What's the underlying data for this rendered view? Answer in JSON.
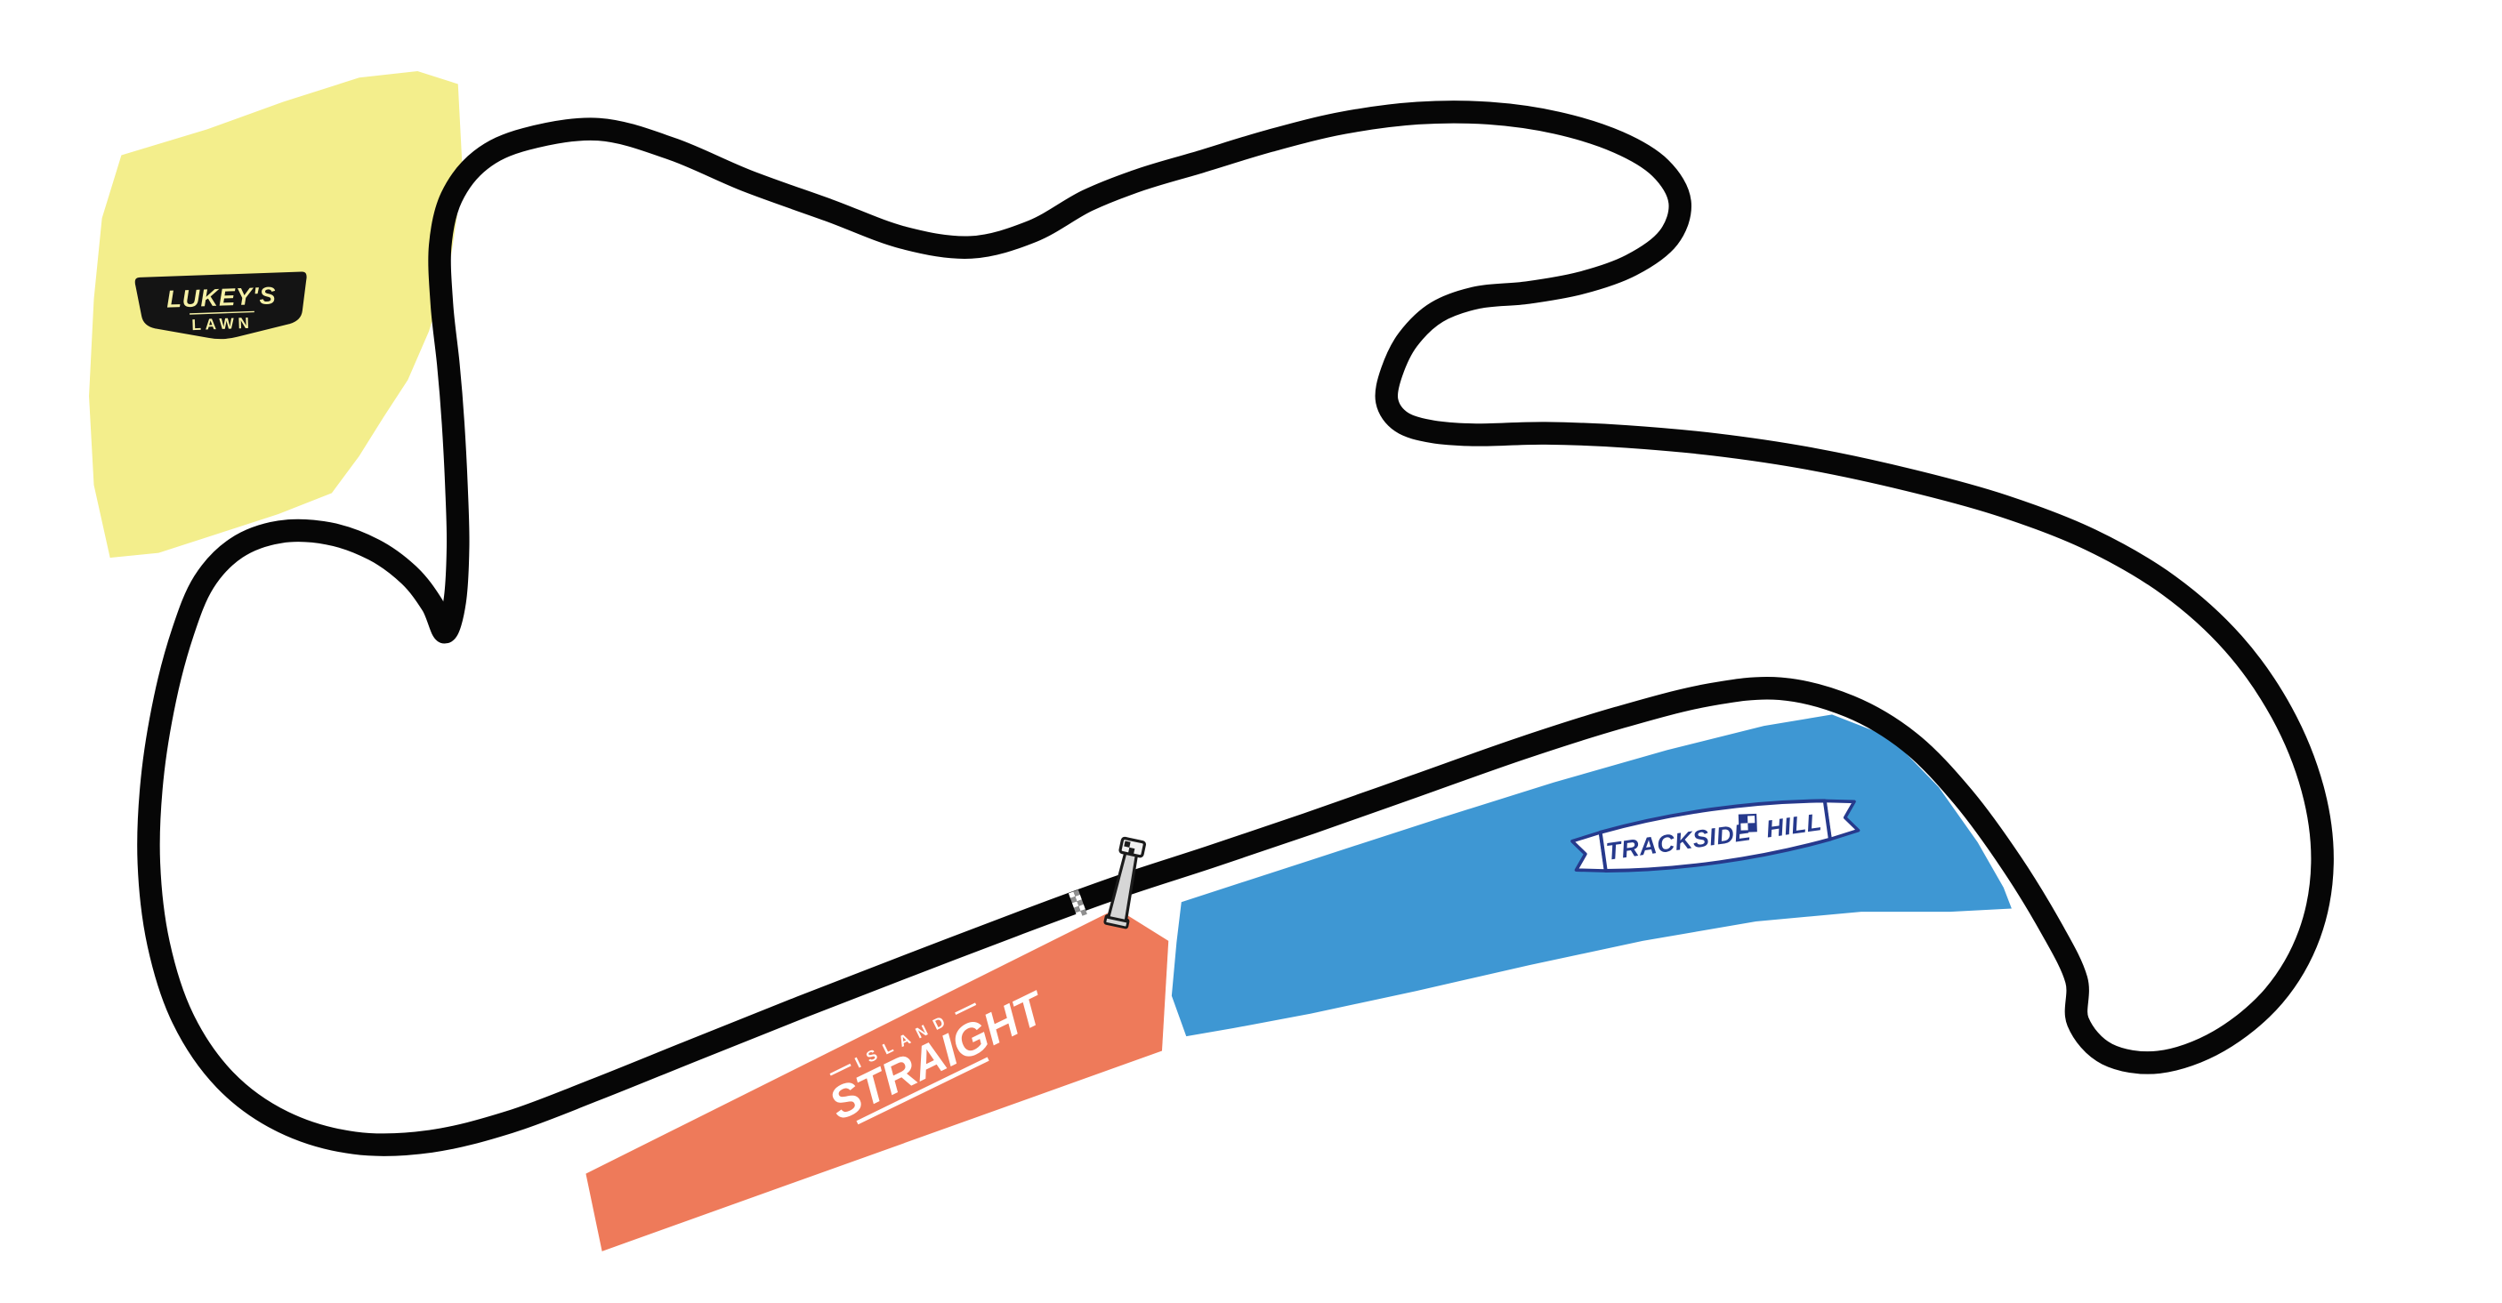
{
  "page": {
    "background": "#FFFFFF"
  },
  "track": {
    "color": "#060606"
  },
  "regions": {
    "lukeys_lawn": {
      "fill": "#F3EE8C",
      "badge": {
        "bg": "#141414",
        "border": "#F3EE8C",
        "text_color": "#F6F1A6",
        "line1": "LUKEY'S",
        "line2": "LAWN"
      }
    },
    "trackside_hill": {
      "fill": "#3E97D3",
      "banner": {
        "bg": "#FFFFFF",
        "border": "#26398C",
        "text_color": "#26398C",
        "line1": "TRACKSIDE",
        "line2": "HILL"
      }
    },
    "island_straight": {
      "fill": "#EE7A5A",
      "label": {
        "text_color": "#FFFFFF",
        "line1": "ISLAND",
        "line2": "STRAIGHT"
      }
    }
  },
  "start_finish": {
    "gantry_fill": "#D6D6D6",
    "gantry_top_fill": "#F0F0F0",
    "gantry_stroke": "#1B1B1B",
    "check_dark": "#8F8F8F",
    "check_light": "#FFFFFF"
  }
}
